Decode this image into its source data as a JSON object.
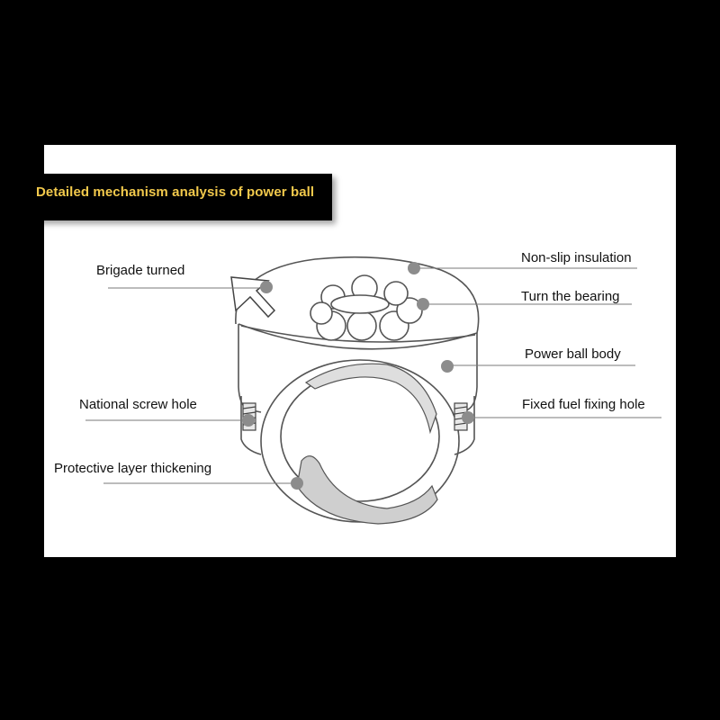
{
  "title": "Detailed mechanism analysis of power ball",
  "colors": {
    "background": "#000000",
    "panel": "#ffffff",
    "title_text": "#f2c94c",
    "marker": "#8c8c8c",
    "line": "#7a7a7a",
    "shading": "#cfcfcf"
  },
  "labels": {
    "brigade_turned": "Brigade turned",
    "non_slip_insulation": "Non-slip insulation",
    "turn_the_bearing": "Turn the bearing",
    "power_ball_body": "Power ball body",
    "national_screw_hole": "National screw hole",
    "fixed_fuel_fixing_hole": "Fixed fuel fixing hole",
    "protective_layer_thickening": "Protective layer thickening"
  }
}
